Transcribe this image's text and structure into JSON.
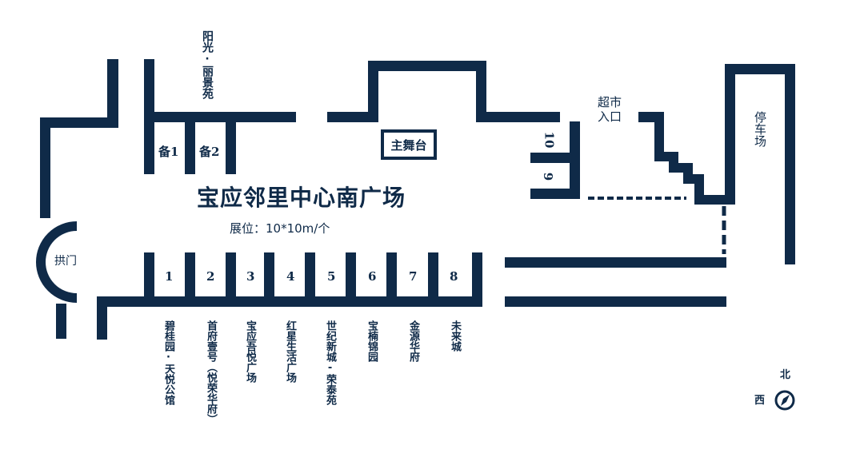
{
  "map": {
    "title": "宝应邻里中心南广场",
    "subtitle": "展位：10*10m/个",
    "wall_color": "#0f2a48"
  },
  "landmarks": {
    "north_complex": "阳光·丽景苑",
    "arch_gate": "拱门",
    "main_stage": "主舞台",
    "supermarket_entrance_line1": "超市",
    "supermarket_entrance_line2": "入口",
    "parking": "停车场"
  },
  "spare_booths": [
    "备1",
    "备2"
  ],
  "right_booths": [
    "10",
    "9"
  ],
  "bottom_booths": [
    {
      "number": "1",
      "tenant": "碧桂园·天悦公馆"
    },
    {
      "number": "2",
      "tenant": "首府壹号（悦荣华府）"
    },
    {
      "number": "3",
      "tenant": "宝应吾悦广场"
    },
    {
      "number": "4",
      "tenant": "红星生活广场"
    },
    {
      "number": "5",
      "tenant": "世纪新城-荣泰苑"
    },
    {
      "number": "6",
      "tenant": "宝楠锦园"
    },
    {
      "number": "7",
      "tenant": "金源华府"
    },
    {
      "number": "8",
      "tenant": "未来城"
    }
  ],
  "compass": {
    "north": "北",
    "west": "西",
    "icon": "compass-icon"
  }
}
